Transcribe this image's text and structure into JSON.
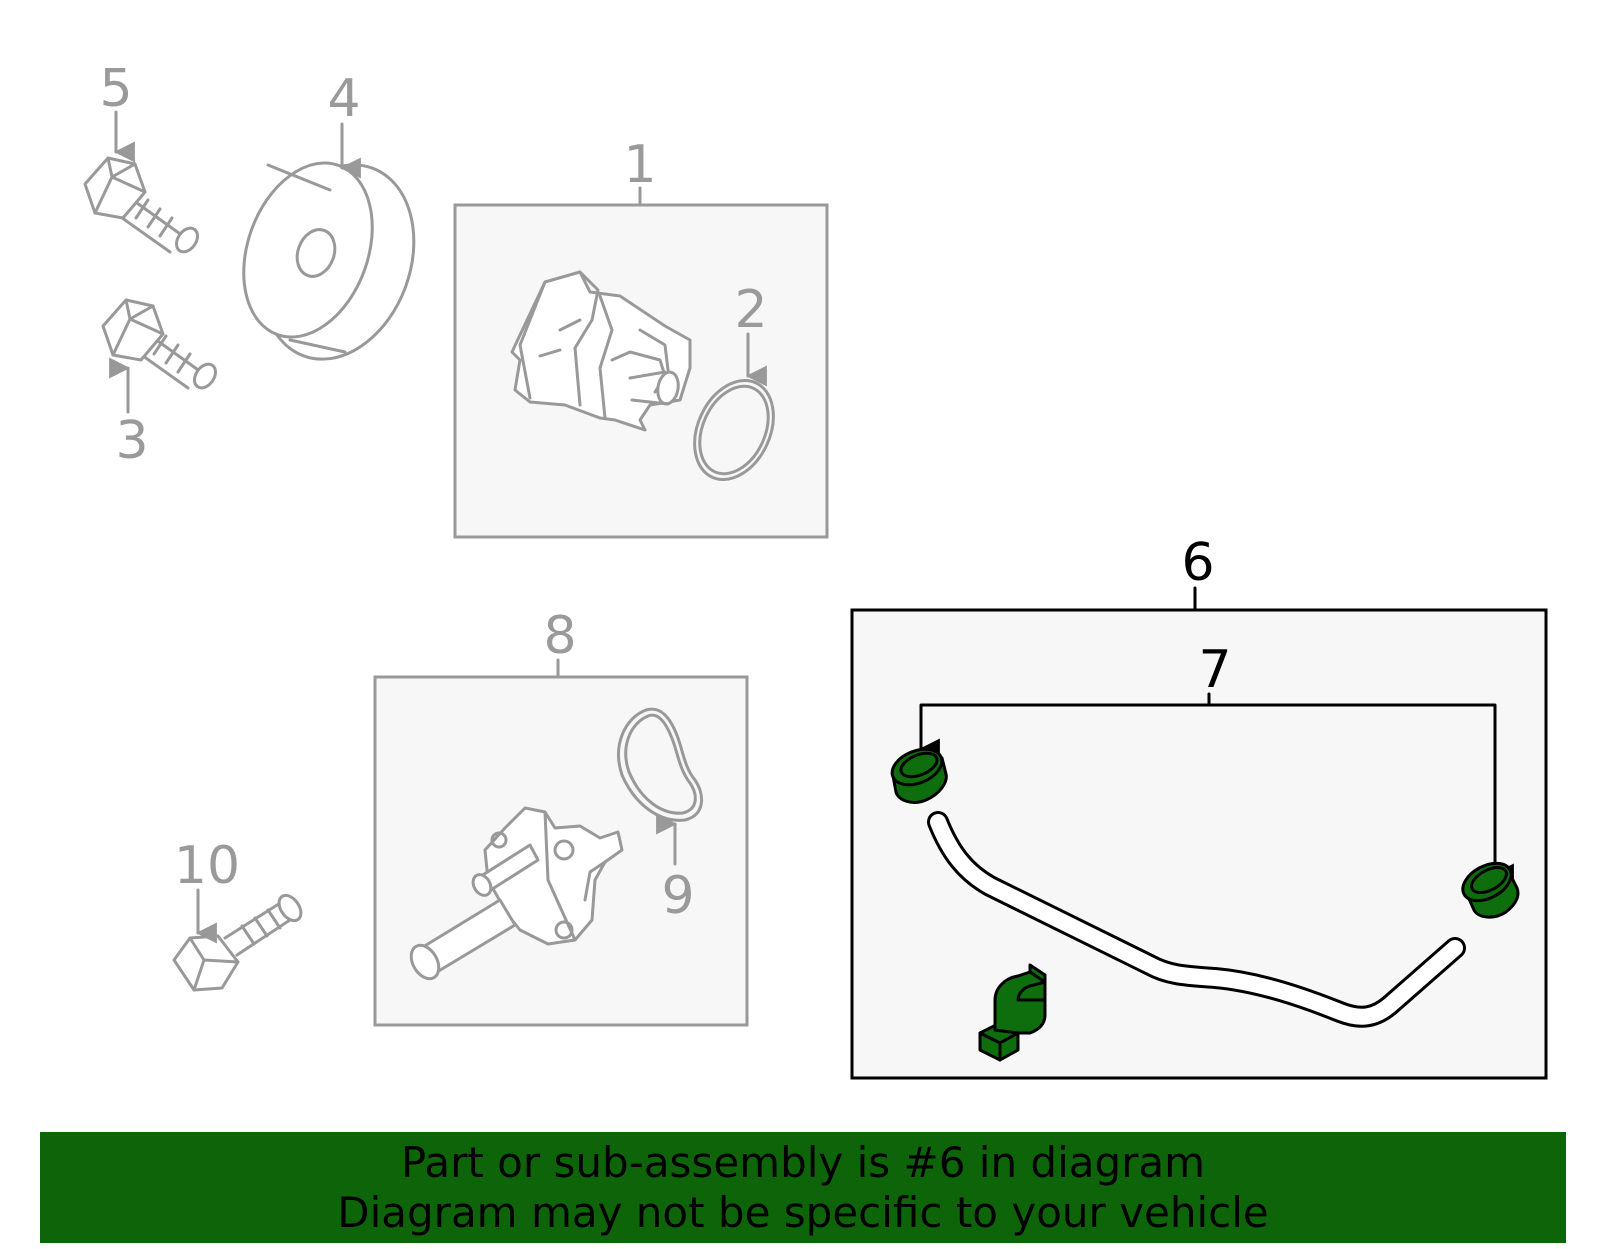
{
  "callouts": {
    "c1": "1",
    "c2": "2",
    "c3": "3",
    "c4": "4",
    "c5": "5",
    "c6": "6",
    "c7": "7",
    "c8": "8",
    "c9": "9",
    "c10": "10"
  },
  "highlight": {
    "callout": "6",
    "part_color": "#0e6e0e",
    "banner_color": "#0e6509"
  },
  "banner": {
    "line1": "Part or sub-assembly is #6 in diagram",
    "line2": "Diagram may not be specific to your vehicle"
  }
}
